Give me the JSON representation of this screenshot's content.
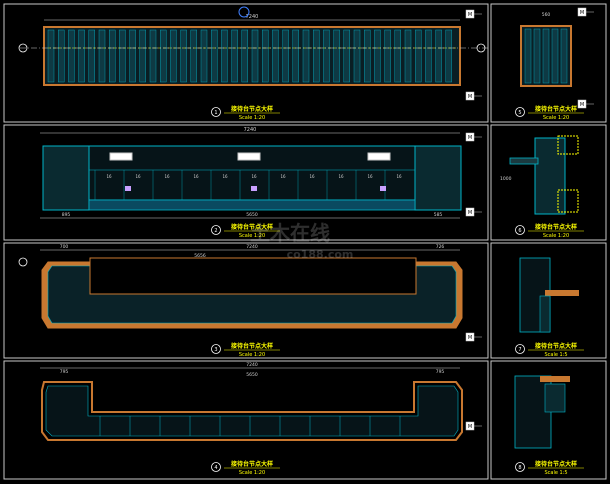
{
  "colors": {
    "background": "#000000",
    "frame": "#c8c8c8",
    "title_yellow": "#ffff00",
    "cyan": "#00b4c8",
    "orange": "#c87830",
    "tag_fill": "#ffffff"
  },
  "panels": [
    {
      "num": "1",
      "title": "接待台节点大样",
      "scale": "Scale 1:20"
    },
    {
      "num": "2",
      "title": "接待台节点大样",
      "scale": "Scale 1:20"
    },
    {
      "num": "3",
      "title": "接待台节点大样",
      "scale": "Scale 1:20"
    },
    {
      "num": "4",
      "title": "接待台节点大样",
      "scale": "Scale 1:20"
    },
    {
      "num": "5",
      "title": "接待台节点大样",
      "scale": "Scale 1:20"
    },
    {
      "num": "6",
      "title": "接待台节点大样",
      "scale": "Scale 1:20"
    },
    {
      "num": "7",
      "title": "接待台节点大样",
      "scale": "Scale 1:5"
    },
    {
      "num": "8",
      "title": "接待台节点大样",
      "scale": "Scale 1:5"
    }
  ],
  "dimensions": {
    "plan_total": "7240",
    "front_total": "7240",
    "front_mid": "5650",
    "front_left": "895",
    "front_right": "585",
    "top_total": "7240",
    "top_mid": "5656",
    "top_left": "700",
    "top_right": "726",
    "bottom_total": "7240",
    "bottom_mid": "5650",
    "bottom_left": "795",
    "bottom_right": "795",
    "side_width": "560",
    "side_height": "1000",
    "seg": [
      "16",
      "16",
      "16",
      "16",
      "16",
      "16",
      "16",
      "16",
      "16",
      "16",
      "16"
    ]
  },
  "tags": [
    "M",
    "M",
    "M",
    "M",
    "M",
    "M",
    "M",
    "M"
  ],
  "watermark": {
    "cn": "土木在线",
    "en": "co188.com"
  }
}
